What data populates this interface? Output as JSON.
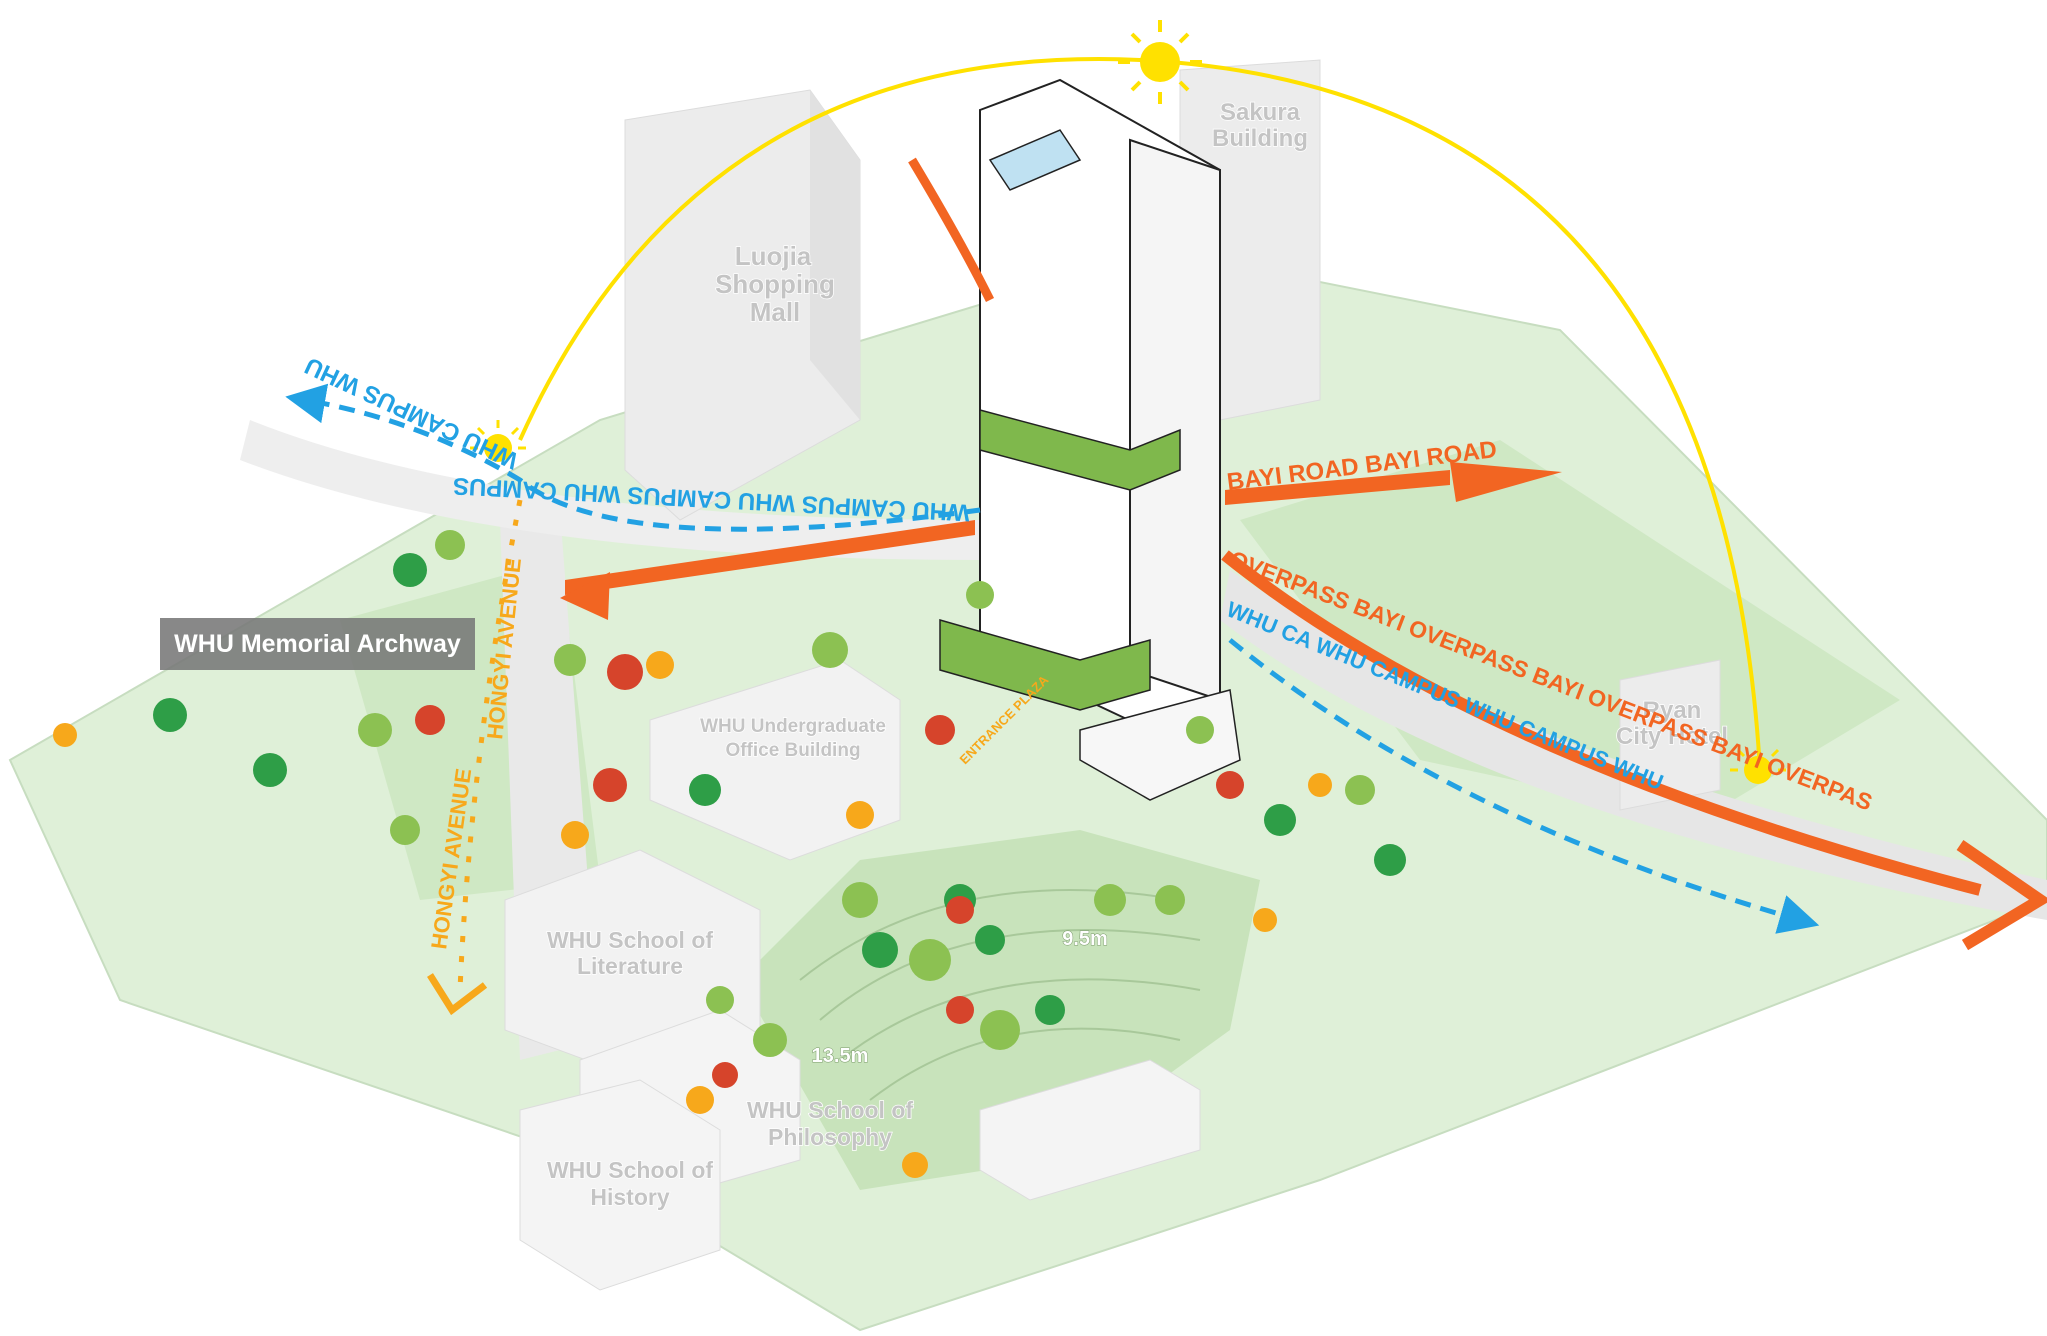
{
  "labels": {
    "archway": "WHU Memorial Archway",
    "luojia_mall": [
      "Luojia",
      "Shopping",
      "Mall"
    ],
    "sakura": [
      "Sakura",
      "Building"
    ],
    "ryan_hotel": [
      "Ryan",
      "City Hotel"
    ],
    "undergrad_office": [
      "WHU Undergraduate",
      "Office Building"
    ],
    "literature": [
      "WHU School of",
      "Literature"
    ],
    "philosophy": [
      "WHU School of",
      "Philosophy"
    ],
    "history": [
      "WHU School of",
      "History"
    ],
    "plaza": "ENTRANCE PLAZA",
    "elev_high": "9.5m",
    "elev_low": "13.5m"
  },
  "roads": {
    "whu_campus_upper_a": "WHU CAMPUS WHU",
    "whu_campus_upper_b": "WHU CAMPUS  WHU CAMPUS  WHU CAMPUS",
    "bayi_road": "BAYI ROAD  BAYI ROAD",
    "overpass": "OVERPASS  BAYI OVERPASS  BAYI OVERPASS  BAYI OVERPAS",
    "whu_campus_lower": "WHU CA  WHU CAMPUS  WHU CAMPUS  WHU",
    "hongyi_a": "HONGYI AVENUE",
    "hongyi_b": "HONGYI AVENUE"
  },
  "colors": {
    "orange": "#f26522",
    "yellow_orange": "#f7a81b",
    "blue": "#22a1e3",
    "sun": "#ffe100",
    "ground": "#dff0d8",
    "building": "#efefef"
  }
}
